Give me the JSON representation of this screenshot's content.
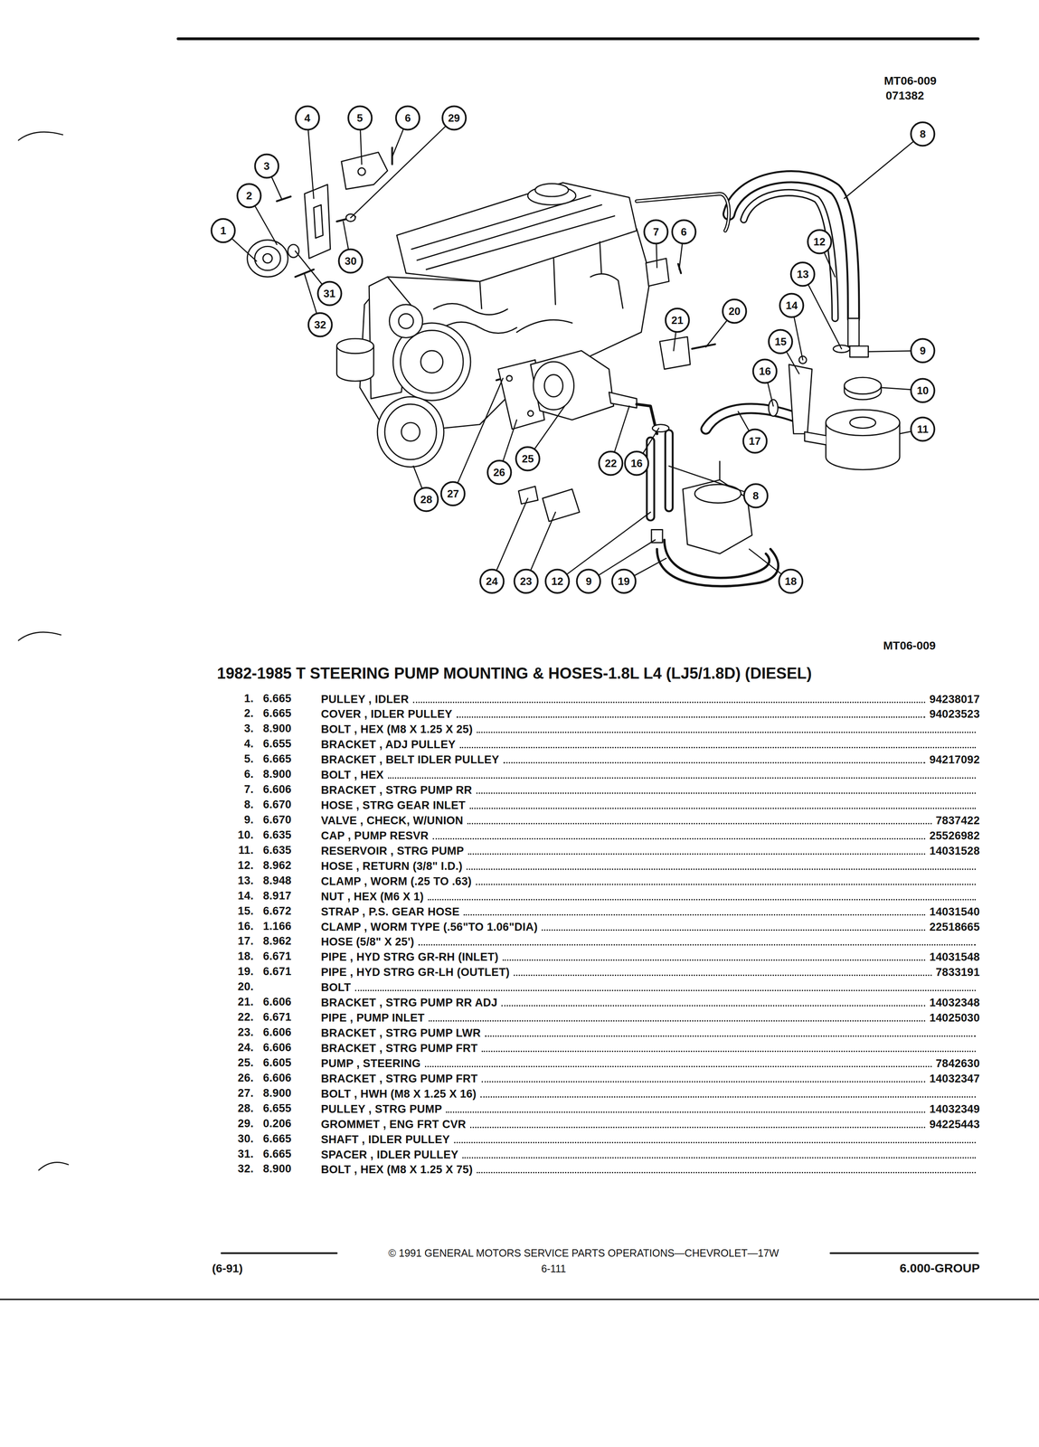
{
  "diagram": {
    "title": "1982-1985 T STEERING PUMP MOUNTING & HOSES-1.8L L4 (LJ5/1.8D) (DIESEL)",
    "nodes": [
      {
        "text": [
          "4"
        ]
      },
      {
        "text": [
          "5"
        ]
      },
      {
        "text": [
          "6"
        ]
      },
      {
        "text": [
          "29"
        ]
      },
      {
        "text": [
          "8"
        ]
      },
      {
        "text": [
          "3"
        ]
      },
      {
        "text": [
          "2"
        ]
      },
      {
        "text": [
          "1"
        ]
      },
      {
        "text": [
          "7"
        ]
      },
      {
        "text": [
          "6"
        ]
      },
      {
        "text": [
          "12"
        ]
      },
      {
        "text": [
          "30"
        ]
      },
      {
        "text": [
          "13"
        ]
      },
      {
        "text": [
          "31"
        ]
      },
      {
        "text": [
          "14"
        ]
      },
      {
        "text": [
          "20"
        ]
      },
      {
        "text": [
          "21"
        ]
      },
      {
        "text": [
          "32"
        ]
      },
      {
        "text": [
          "15"
        ]
      },
      {
        "text": [
          "9"
        ]
      },
      {
        "text": [
          "16"
        ]
      },
      {
        "text": [
          "10"
        ]
      },
      {
        "text": [
          "11"
        ]
      },
      {
        "text": [
          "17"
        ]
      },
      {
        "text": [
          "25"
        ]
      },
      {
        "text": [
          "22"
        ]
      },
      {
        "text": [
          "16"
        ]
      },
      {
        "text": [
          "26"
        ]
      },
      {
        "text": [
          "27"
        ]
      },
      {
        "text": [
          "8"
        ]
      },
      {
        "text": [
          "28"
        ]
      },
      {
        "text": [
          "24"
        ]
      },
      {
        "text": [
          "23"
        ]
      },
      {
        "text": [
          "12"
        ]
      },
      {
        "text": [
          "9"
        ]
      },
      {
        "text": [
          "19"
        ]
      },
      {
        "text": [
          "18"
        ]
      }
    ],
    "labels": [
      "MT06-009",
      "071382",
      "MT06-009",
      "1.",
      "6.665",
      "PULLEY , IDLER",
      "94238017",
      "2.",
      "6.665",
      "COVER , IDLER PULLEY",
      "94023523",
      "3.",
      "8.900",
      "BOLT , HEX (M8 X 1.25 X 25)",
      "4.",
      "6.655",
      "BRACKET , ADJ PULLEY",
      "5.",
      "6.665",
      "BRACKET , BELT IDLER PULLEY",
      "94217092",
      "6.",
      "8.900",
      "BOLT , HEX",
      "7.",
      "6.606",
      "BRACKET , STRG PUMP RR",
      "8.",
      "6.670",
      "HOSE , STRG GEAR INLET",
      "9.",
      "6.670",
      "VALVE , CHECK, W/UNION",
      "7837422",
      "10.",
      "6.635",
      "CAP , PUMP RESVR",
      "25526982",
      "11.",
      "6.635",
      "RESERVOIR , STRG PUMP",
      "14031528",
      "12.",
      "8.962",
      "HOSE , RETURN (3/8\" I.D.)",
      "13.",
      "8.948",
      "CLAMP , WORM (.25 TO .63)",
      "14.",
      "8.917",
      "NUT , HEX (M6 X 1)",
      "15.",
      "6.672",
      "STRAP , P.S. GEAR HOSE",
      "14031540",
      "16.",
      "1.166",
      "CLAMP , WORM TYPE (.56\"TO 1.06\"DIA)",
      "22518665",
      "17.",
      "8.962",
      "HOSE (5/8\" X 25')",
      "18.",
      "6.671",
      "PIPE , HYD STRG GR-RH (INLET)",
      "14031548",
      "19.",
      "6.671",
      "PIPE , HYD STRG GR-LH (OUTLET)",
      "7833191",
      "20.",
      "BOLT",
      "21.",
      "6.606",
      "BRACKET , STRG PUMP RR ADJ",
      "14032348",
      "22.",
      "6.671",
      "PIPE , PUMP INLET",
      "14025030",
      "23.",
      "6.606",
      "BRACKET , STRG PUMP LWR",
      "24.",
      "6.606",
      "BRACKET , STRG PUMP FRT",
      "25.",
      "6.605",
      "PUMP , STEERING",
      "7842630",
      "26.",
      "6.606",
      "BRACKET , STRG PUMP FRT",
      "14032347",
      "27.",
      "8.900",
      "BOLT , HWH (M8 X 1.25 X 16)",
      "28.",
      "6.655",
      "PULLEY , STRG PUMP",
      "14032349",
      "29.",
      "0.206",
      "GROMMET , ENG FRT CVR",
      "94225443",
      "30.",
      "6.665",
      "SHAFT , IDLER PULLEY",
      "31.",
      "6.665",
      "SPACER , IDLER PULLEY",
      "32.",
      "8.900",
      "BOLT , HEX (M8 X 1.25 X 75)",
      "© 1991 GENERAL MOTORS SERVICE PARTS OPERATIONS—CHEVROLET—17W",
      "(6-91)",
      "6-111",
      "6.000-GROUP"
    ]
  }
}
